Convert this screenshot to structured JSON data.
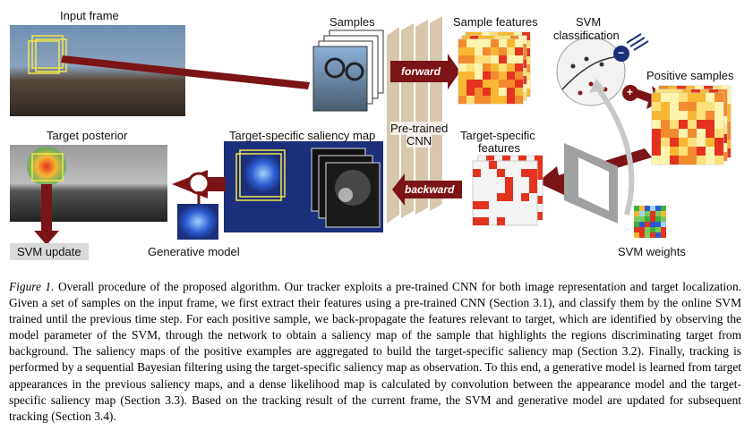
{
  "figure": {
    "labels": {
      "input_frame": "Input frame",
      "samples": "Samples",
      "sample_features": "Sample features",
      "svm_classification_l1": "SVM",
      "svm_classification_l2": "classification",
      "positive_samples": "Positive samples",
      "pretrained_cnn_l1": "Pre-trained",
      "pretrained_cnn_l2": "CNN",
      "target_specific_features_l1": "Target-specific",
      "target_specific_features_l2": "features",
      "target_posterior": "Target posterior",
      "target_specific_saliency_map": "Target-specific saliency map",
      "generative_model": "Generative model",
      "svm_weights": "SVM weights",
      "svm_update": "SVM update",
      "forward": "forward",
      "backward": "backward",
      "minus": "−",
      "plus": "+",
      "times": "×"
    },
    "colors": {
      "arrow": "#7b1416",
      "cnn_layer": "#d6c7ad",
      "heat_low": "#fff3b0",
      "heat_mid": "#f7b733",
      "heat_high": "#e3331f",
      "saliency_bg": "#1c2f7a",
      "gray_arrow": "#bcbcbc"
    }
  },
  "caption": {
    "figure_label": "Figure 1.",
    "text": " Overall procedure of the proposed algorithm. Our tracker exploits a pre-trained CNN for both image representation and target localization. Given a set of samples on the input frame, we first extract their features using a pre-trained CNN (Section 3.1), and classify them by the online SVM trained until the previous time step. For each positive sample, we back-propagate the features relevant to target, which are identified by observing the model parameter of the SVM, through the network to obtain a saliency map of the sample that highlights the regions discriminating target from background. The saliency maps of the positive examples are aggregated to build the target-specific saliency map (Section 3.2). Finally, tracking is performed by a sequential Bayesian filtering using the target-specific saliency map as observation. To this end, a generative model is learned from target appearances in the previous saliency maps, and a dense likelihood map is calculated by convolution between the appearance model and the target-specific saliency map (Section 3.3). Based on the tracking result of the current frame, the SVM and generative model are updated for subsequent tracking (Section 3.4)."
  }
}
